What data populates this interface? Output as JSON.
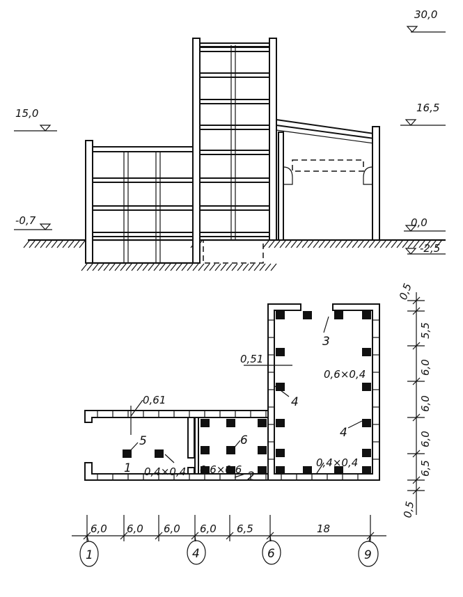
{
  "section": {
    "levels": {
      "top": "30,0",
      "hall_roof": "16,5",
      "left_roof": "15,0",
      "left_ground": "-0,7",
      "zero": "0,0",
      "basement": "-2,5"
    }
  },
  "plan": {
    "wall_labels": {
      "left_wall": "0,61",
      "right_wall": "0,51"
    },
    "column_labels": {
      "small_left": "0,4×0,4",
      "middle": "0,6×0,6",
      "right_upper": "0,6×0,4",
      "right_lower": "0,4×0,4"
    },
    "callouts": [
      "1",
      "2",
      "3",
      "4",
      "4",
      "5",
      "6"
    ],
    "horizontal_dimensions": [
      "6,0",
      "6,0",
      "6,0",
      "6,0",
      "6,5",
      "18"
    ],
    "vertical_dimensions": [
      "0,5",
      "5,5",
      "6,0",
      "6,0",
      "6,0",
      "6,5",
      "0,5"
    ],
    "axes": [
      "1",
      "4",
      "6",
      "9"
    ]
  }
}
